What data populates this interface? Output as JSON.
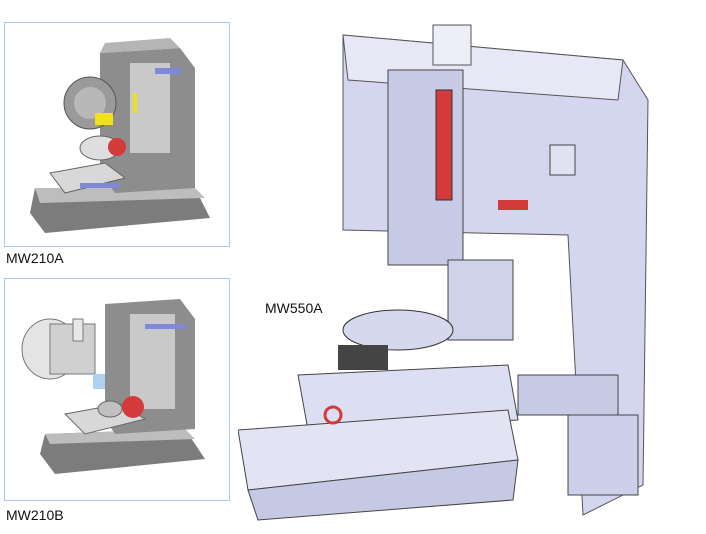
{
  "models": [
    {
      "label": "MW210A"
    },
    {
      "label": "MW210B"
    },
    {
      "label": "MW550A"
    }
  ],
  "colors": {
    "frame_gray": "#8a8a8a",
    "frame_light": "#c8c8c8",
    "blue_body": "#d3d6ee",
    "accent_red": "#d43a3a",
    "accent_yellow": "#f0e020",
    "panel_border": "#a9c9ea"
  }
}
